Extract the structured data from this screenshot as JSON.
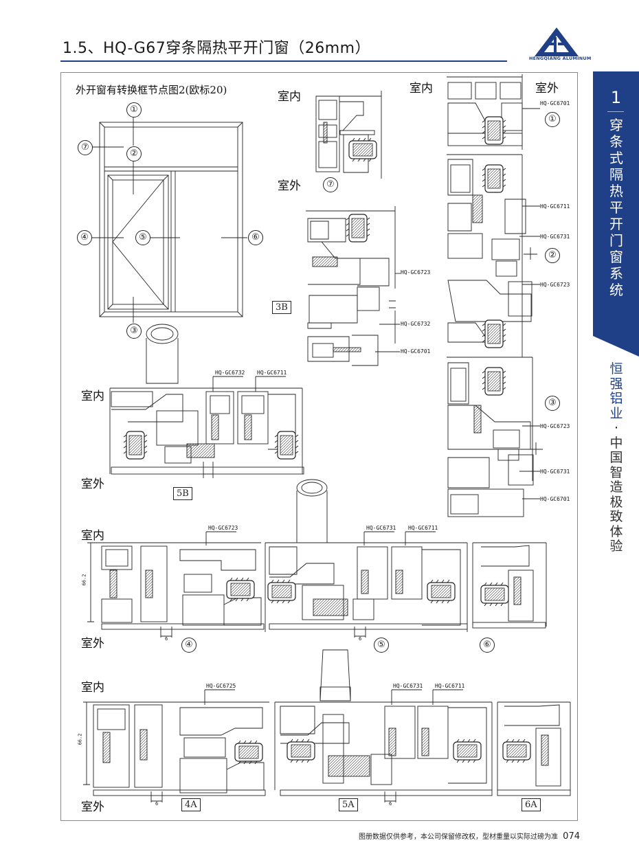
{
  "header": {
    "title": "1.5、HQ-G67穿条隔热平开门窗（26mm）",
    "brand_logo_text": "HENGQIANG ALUMINUM",
    "brand_color": "#1f3f86"
  },
  "sidebar": {
    "chapter_number": "1",
    "chapter_title": "穿条式隔热平开门窗系统",
    "brand": "恒强铝业",
    "separator": "·",
    "slogan": "中国智造 极致体验"
  },
  "diagram": {
    "main_title": "外开窗有转换框节点图2(欧标20)",
    "elevation_markers": [
      "①",
      "②",
      "③",
      "④",
      "⑤",
      "⑥",
      "⑦"
    ],
    "rooms": {
      "inside": "室内",
      "outside": "室外"
    },
    "sections": {
      "s7": {
        "marker": "⑦"
      },
      "s3B": {
        "label": "3B",
        "parts": [
          "HQ-GC6723",
          "HQ-GC6732",
          "HQ-GC6701"
        ]
      },
      "s1": {
        "marker": "①",
        "parts": [
          "HQ-GC6701"
        ]
      },
      "s2": {
        "marker": "②",
        "parts": [
          "HQ-GC6711",
          "HQ-GC6731",
          "HQ-GC6723"
        ]
      },
      "s3": {
        "marker": "③",
        "parts": [
          "HQ-GC6723",
          "HQ-GC6731",
          "HQ-GC6701"
        ]
      },
      "s5B": {
        "label": "5B",
        "parts": [
          "HQ-GC6732",
          "HQ-GC6711"
        ]
      },
      "s4": {
        "marker": "④",
        "parts": [
          "HQ-GC6723"
        ],
        "dim": "66.2",
        "gap": "6"
      },
      "s5": {
        "marker": "⑤",
        "parts": [
          "HQ-GC6731",
          "HQ-GC6711"
        ],
        "gap": "6"
      },
      "s6": {
        "marker": "⑥"
      },
      "s4A": {
        "label": "4A",
        "parts": [
          "HQ-GC6725"
        ],
        "dim": "66.2",
        "gap": "6"
      },
      "s5A": {
        "label": "5A",
        "parts": [
          "HQ-GC6731",
          "HQ-GC6711"
        ],
        "gap": "6"
      },
      "s6A": {
        "label": "6A"
      }
    }
  },
  "footer": {
    "note": "图册数据仅供参考，本公司保留修改权，型材重量以实际过磅为准",
    "page_number": "074"
  }
}
